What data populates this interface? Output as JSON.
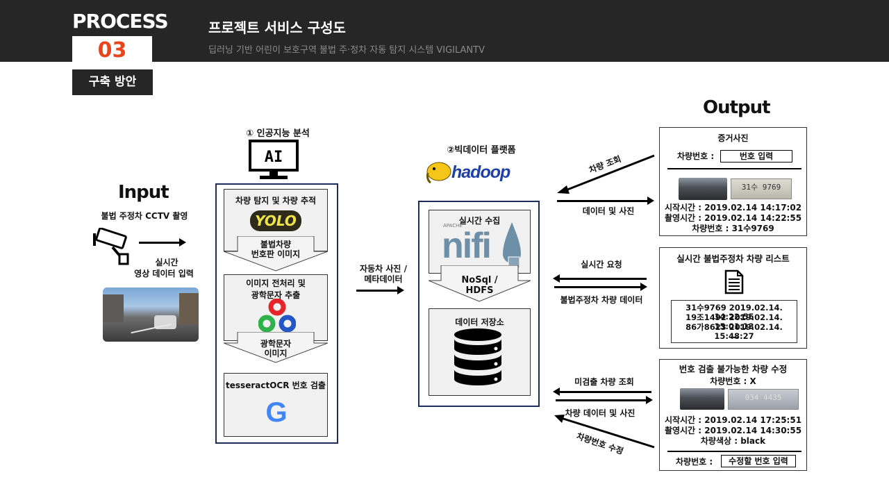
{
  "header": {
    "section": "PROCESS",
    "number": "03",
    "badge": "구축 방안",
    "title": "프로젝트 서비스 구성도",
    "subtitle": "딥러닝 기반 어린이 보호구역 불법 주·정차 자동 탐지 시스템 VIGILANTV"
  },
  "input": {
    "title": "Input",
    "cctv_label": "불법 주정차 CCTV 촬영",
    "realtime_label_1": "실시간",
    "realtime_label_2": "영상 데이터 입력"
  },
  "ai": {
    "heading": "① 인공지능 분석",
    "monitor_text": "AI",
    "step1_title": "차량 탐지 및 차량 추적",
    "step1_logo": "YOLO",
    "step1_arrow_1": "불법차량",
    "step1_arrow_2": "번호판 이미지",
    "step2_title_1": "이미지 전처리 및",
    "step2_title_2": "광학문자 추출",
    "step2_arrow_1": "광학문자",
    "step2_arrow_2": "이미지",
    "step3_title": "tesseractOCR 번호 검출",
    "step3_logo": "G"
  },
  "transfer": {
    "label_1": "자동차 사진 /",
    "label_2": "메타데이터"
  },
  "bigdata": {
    "heading": "②빅데이터 플랫폼",
    "logo": "hadoop",
    "collect_title": "실시간 수집",
    "nifi_small": "APACHE",
    "nifi_logo": "nifi",
    "arrow_1": "NoSql /",
    "arrow_2": "HDFS",
    "store_title": "데이터 저장소"
  },
  "output": {
    "title": "Output",
    "evidence": {
      "title": "증거사진",
      "plate_label": "차량번호 :",
      "plate_input": "번호 입력",
      "plate_image_text": "31수 9769",
      "line1": "시작시간 : 2019.02.14  14:17:02",
      "line2": "촬영시간 : 2019.02.14  14:22:55",
      "line3": "차량번호 : 31수9769"
    },
    "realtime_list": {
      "title": "실시간 불법주정차 차량 리스트",
      "rows": [
        "31수9769 2019.02.14.  14:22:55",
        "19조1492 2019.02.14.  15:01:13",
        "86가8623 2019.02.14.  15:48:27",
        "..."
      ]
    },
    "edit": {
      "title": "번호 검출 불가능한 차량 수정",
      "plate_line": "차량번호 : X",
      "plate_image_text": "034 4435",
      "line1": "시작시간 : 2019.02.14  17:25:51",
      "line2": "촬영시간 : 2019.02.14  14:30:55",
      "line3": "차량색상 : black",
      "plate_label": "차량번호 :",
      "plate_input": "수정할 번호 입력"
    }
  },
  "flows": {
    "vehicle_lookup": "차량 조회",
    "data_photo": "데이터 및 사진",
    "realtime_request": "실시간 요청",
    "illegal_data": "불법주정차 차량 데이터",
    "undetected_lookup": "미검출 차량 조회",
    "vehicle_data_photo": "차량 데이터 및 사진",
    "plate_edit": "차량번호 수정"
  },
  "colors": {
    "header_bg": "#262626",
    "accent": "#e8451e",
    "navy": "#1c2b5a",
    "hadoop_yellow": "#f5c518",
    "nifi_blue": "#6d8fa8"
  }
}
